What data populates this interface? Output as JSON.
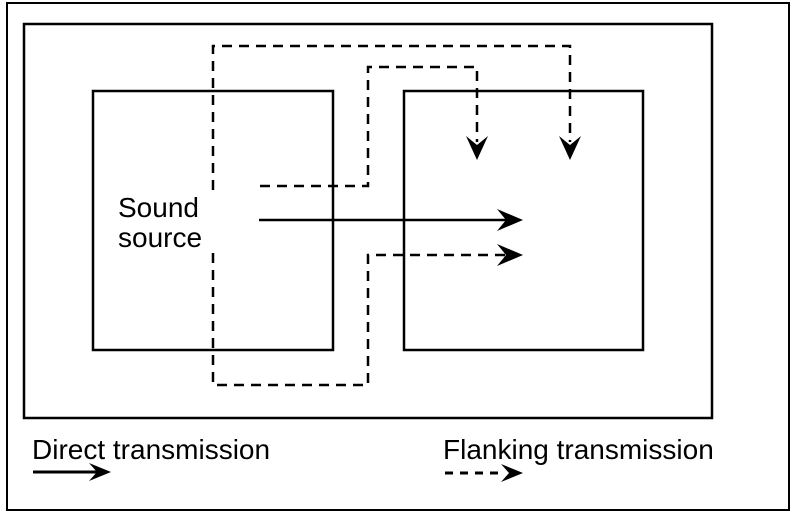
{
  "diagram": {
    "sound_source_label": {
      "line1": "Sound",
      "line2": "source"
    },
    "legend": {
      "direct_label": "Direct transmission",
      "flanking_label": "Flanking transmission"
    },
    "colors": {
      "line": "#000000",
      "background": "#ffffff"
    }
  }
}
